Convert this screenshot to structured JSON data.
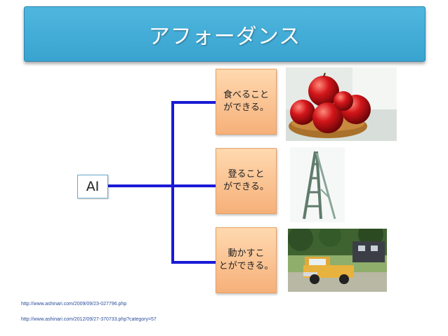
{
  "title": "アフォーダンス",
  "root": {
    "label": "AI"
  },
  "actions": [
    {
      "line1": "食べること",
      "line2": "ができる。",
      "image": "apples-photo"
    },
    {
      "line1": "登ること",
      "line2": "ができる。",
      "image": "ladder-photo"
    },
    {
      "line1": "動かすこ",
      "line2": "とができる。",
      "image": "truck-photo"
    }
  ],
  "credits": [
    "http://www.ashinari.com/2009/09/23-027796.php",
    "http://www.ashinari.com/2012/09/27-370733.php?category=57"
  ],
  "colors": {
    "banner": "#39a3cf",
    "connector": "#1a1ad6",
    "action_box": "#f6b079"
  }
}
